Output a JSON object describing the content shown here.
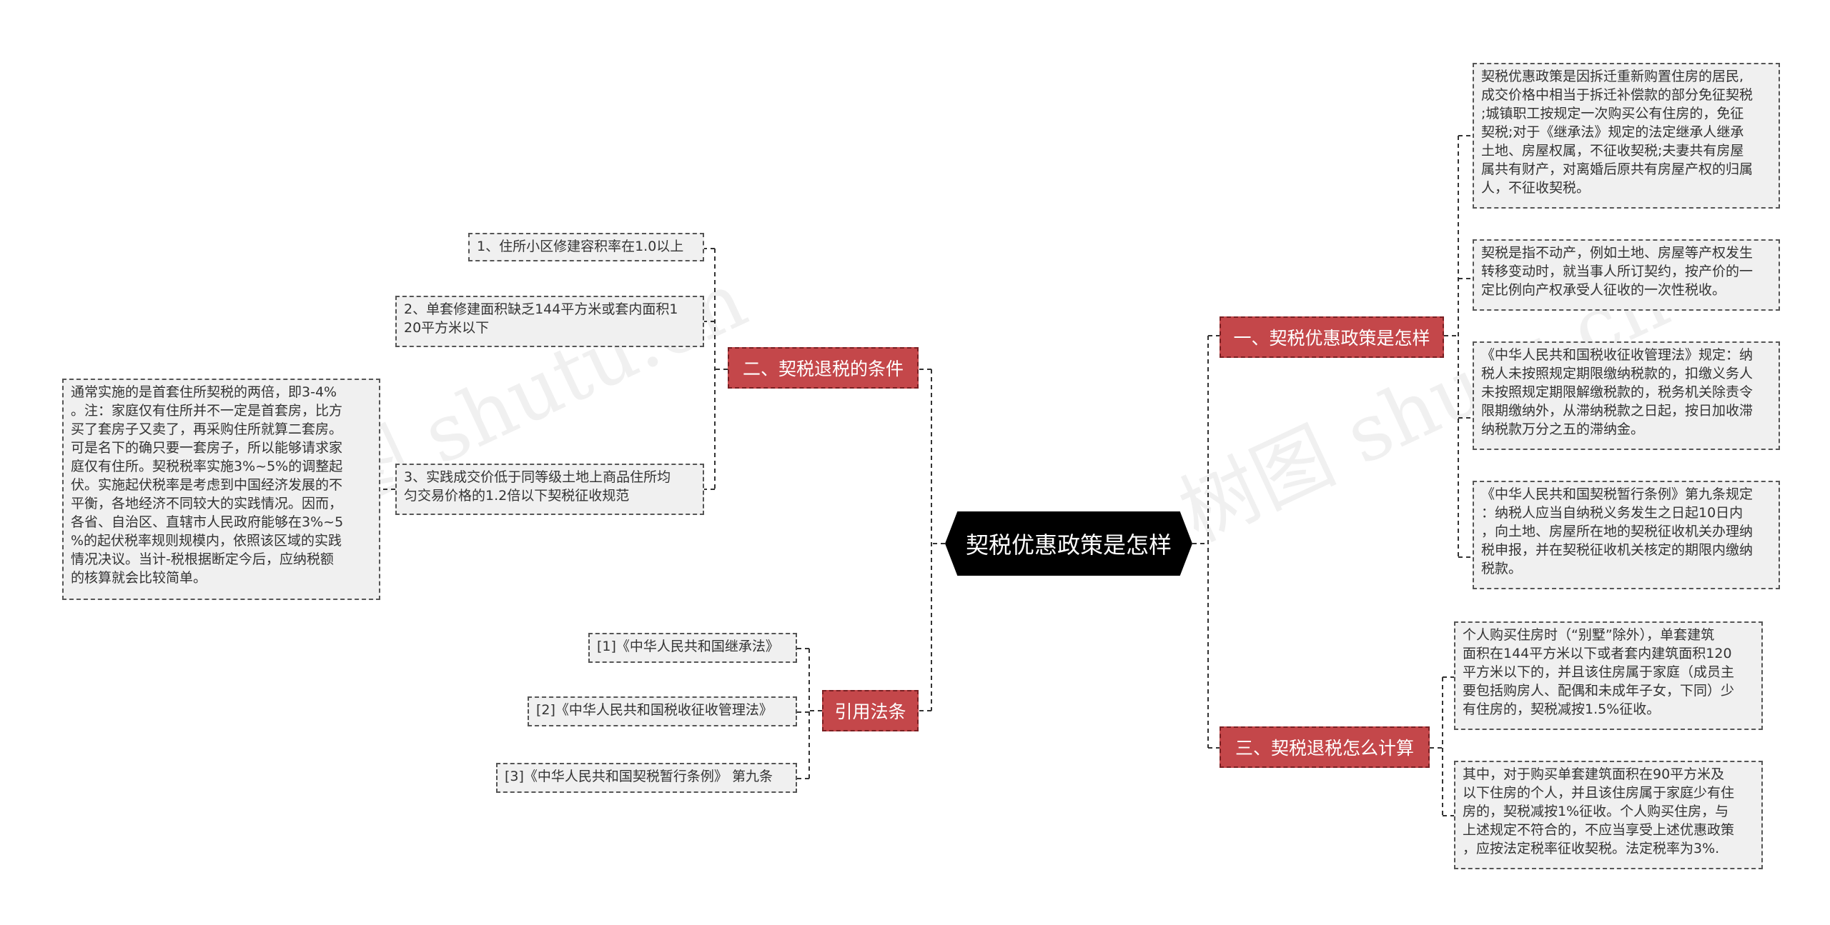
{
  "root": {
    "label": "契税优惠政策是怎样"
  },
  "branches": {
    "b1": {
      "label": "一、契税优惠政策是怎样"
    },
    "b2": {
      "label": "二、契税退税的条件"
    },
    "b3": {
      "label": "三、契税退税怎么计算"
    },
    "b4": {
      "label": "引用法条"
    }
  },
  "leaves": {
    "b1_1": "契税优惠政策是因拆迁重新购置住房的居民,\n成交价格中相当于拆迁补偿款的部分免征契税\n;城镇职工按规定一次购买公有住房的，免征\n契税;对于《继承法》规定的法定继承人继承\n土地、房屋权属，不征收契税;夫妻共有房屋\n属共有财产，对离婚后原共有房屋产权的归属\n人，不征收契税。",
    "b1_2": "契税是指不动产，例如土地、房屋等产权发生\n转移变动时，就当事人所订契约，按产价的一\n定比例向产权承受人征收的一次性税收。",
    "b1_3": "《中华人民共和国税收征收管理法》规定：纳\n税人未按照规定期限缴纳税款的，扣缴义务人\n未按照规定期限解缴税款的，税务机关除责令\n限期缴纳外，从滞纳税款之日起，按日加收滞\n纳税款万分之五的滞纳金。",
    "b1_4": "《中华人民共和国契税暂行条例》第九条规定\n：纳税人应当自纳税义务发生之日起10日内\n，向土地、房屋所在地的契税征收机关办理纳\n税申报，并在契税征收机关核定的期限内缴纳\n税款。",
    "b2_1": "1、住所小区修建容积率在1.0以上",
    "b2_2": "2、单套修建面积缺乏144平方米或套内面积1\n20平方米以下",
    "b2_3": "3、实践成交价低于同等级土地上商品住所均\n匀交易价格的1.2倍以下契税征收规范",
    "b2_3_1": "通常实施的是首套住所契税的两倍，即3-4%\n。注：家庭仅有住所并不一定是首套房，比方\n买了套房子又卖了，再采购住所就算二套房。\n可是名下的确只要一套房子，所以能够请求家\n庭仅有住所。契税税率实施3%~5%的调整起\n伏。实施起伏税率是考虑到中国经济发展的不\n平衡，各地经济不同较大的实践情况。因而，\n各省、自治区、直辖市人民政府能够在3%~5\n%的起伏税率规则规模内，依照该区域的实践\n情况决议。当计-税根据断定今后，应纳税额\n的核算就会比较简单。",
    "b3_1": "个人购买住房时（“别墅”除外），单套建筑\n面积在144平方米以下或者套内建筑面积120\n平方米以下的，并且该住房属于家庭（成员主\n要包括购房人、配偶和未成年子女，下同）少\n有住房的，契税减按1.5%征收。",
    "b3_2": "其中，对于购买单套建筑面积在90平方米及\n以下住房的个人，并且该住房属于家庭少有住\n房的，契税减按1%征收。个人购买住房，与\n上述规定不符合的，不应当享受上述优惠政策\n，应按法定税率征收契税。法定税率为3%.",
    "b4_1": "[1]《中华人民共和国继承法》",
    "b4_2": "[2]《中华人民共和国税收征收管理法》",
    "b4_3": "[3]《中华人民共和国契税暂行条例》 第九条"
  },
  "watermark": {
    "left": "树图 shutu.cn",
    "right": "树图 shutu.cn"
  },
  "colors": {
    "branch_fill": "#c4474a",
    "root_fill": "#000000",
    "leaf_fill": "#f0f0f0",
    "connector": "#333333"
  }
}
